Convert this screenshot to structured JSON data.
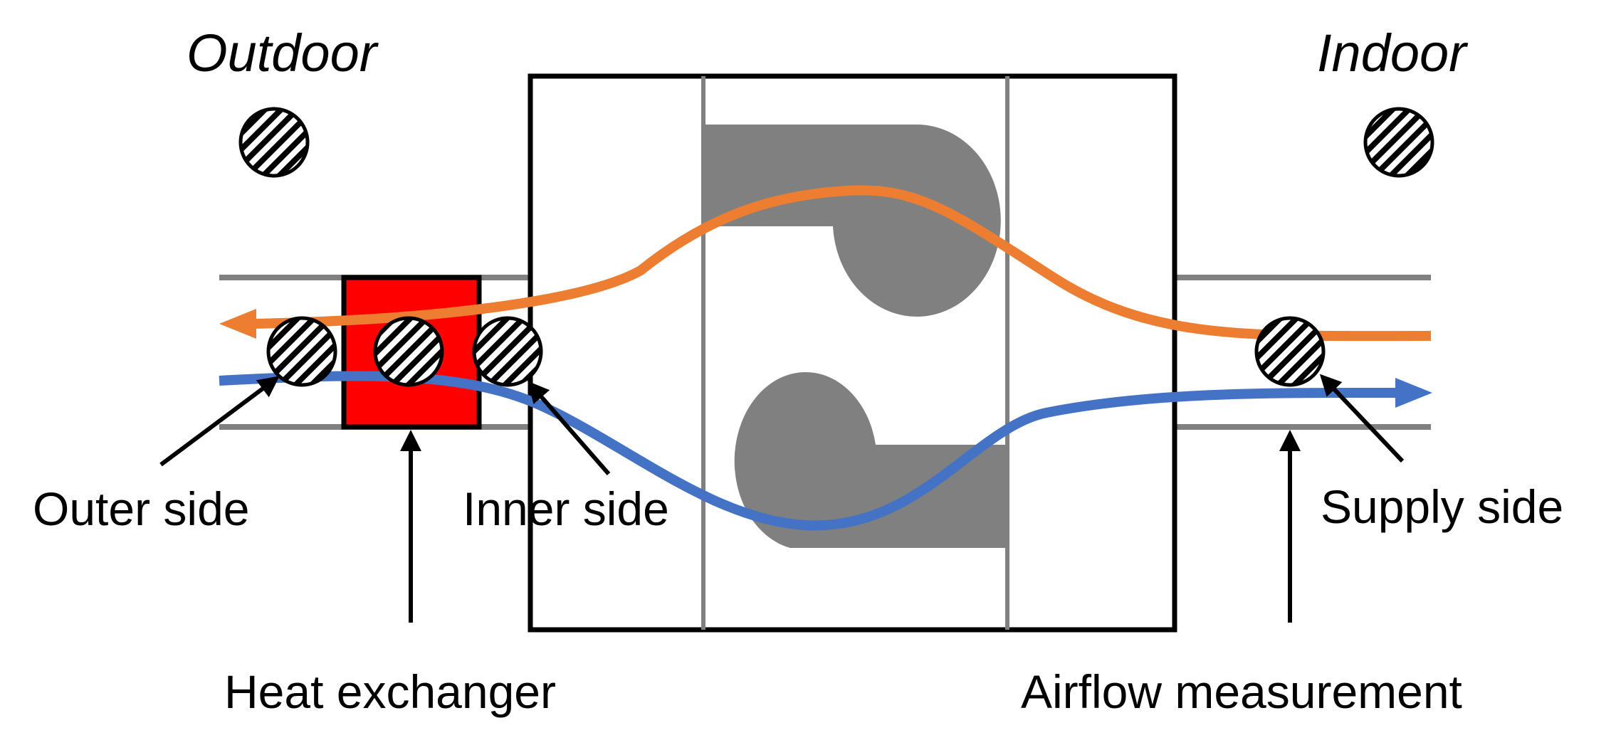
{
  "labels": {
    "outdoor": "Outdoor",
    "indoor": "Indoor",
    "outer_side": "Outer side",
    "inner_side": "Inner side",
    "supply_side": "Supply side",
    "heat_exchanger": "Heat exchanger",
    "airflow_measurement": "Airflow measurement"
  },
  "colors": {
    "exhaust_airflow": "#ED7D31",
    "supply_airflow": "#4472C4",
    "heat_exchanger": "#FF0000",
    "fan": "#808080",
    "duct": "#808080",
    "outline": "#000000"
  },
  "icons": {
    "sensor": "hatched-circle-sensor-icon"
  }
}
